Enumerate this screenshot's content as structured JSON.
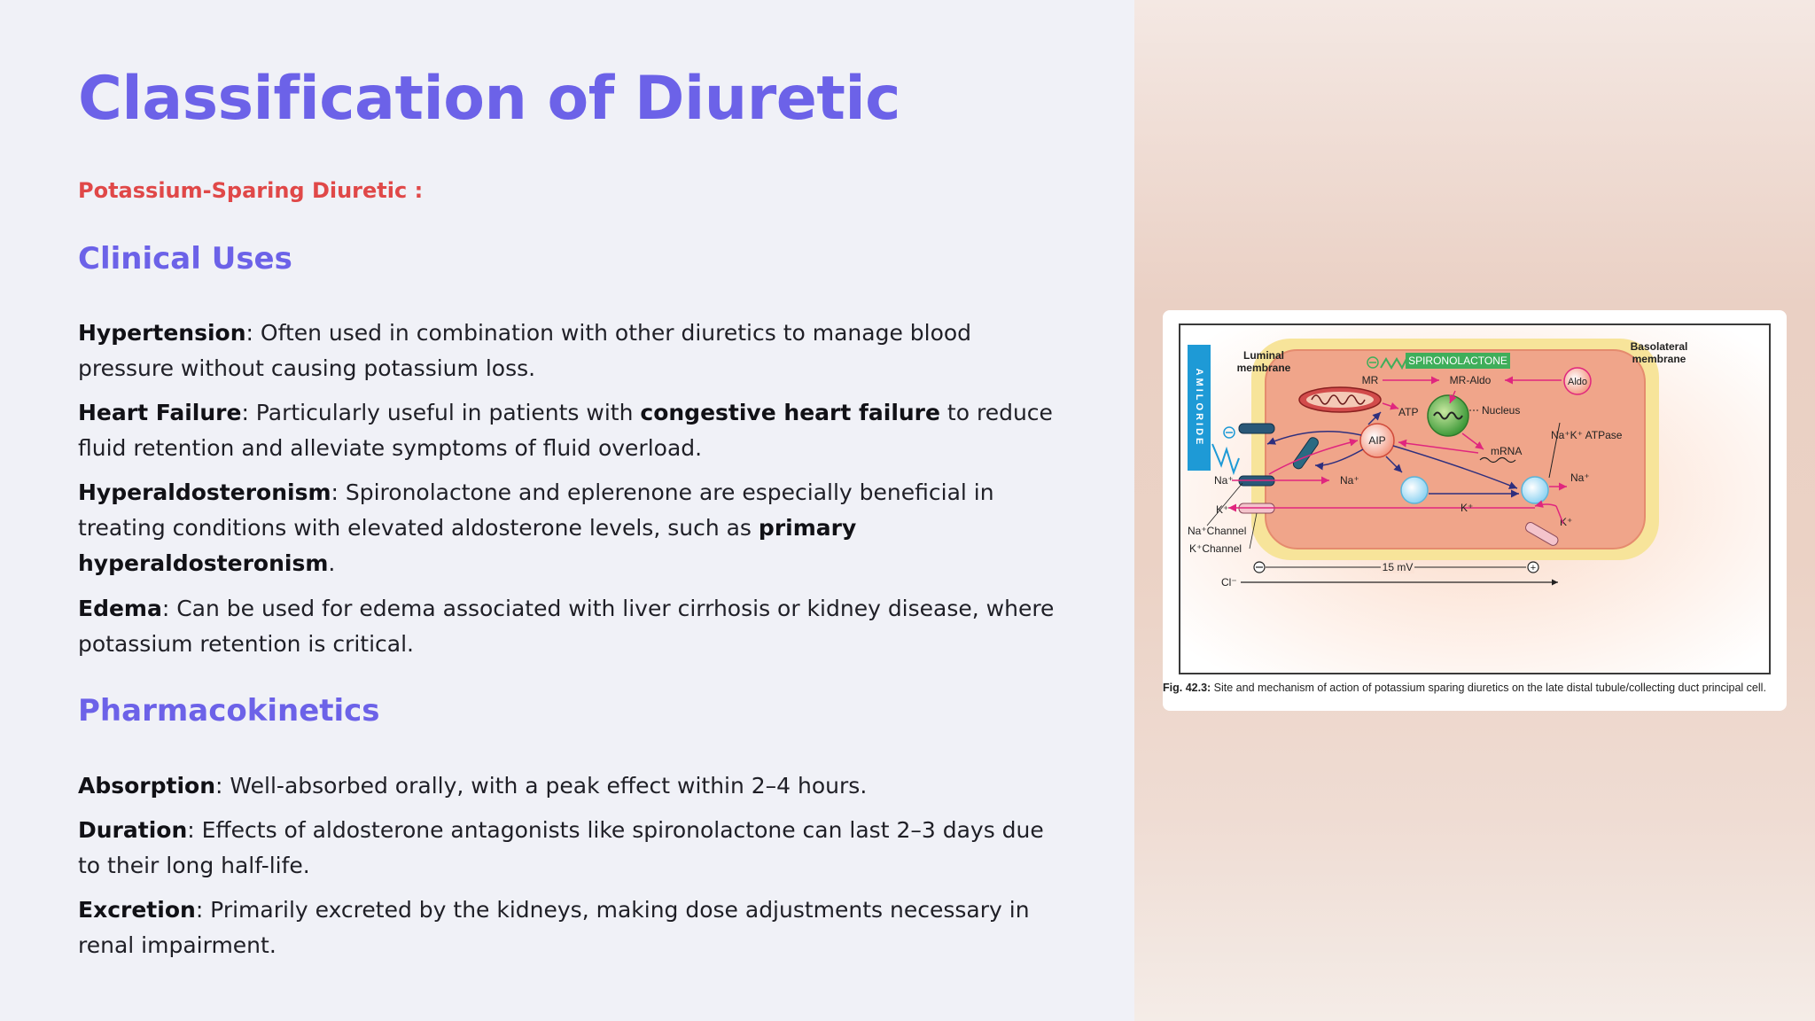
{
  "slide": {
    "title": "Classification of Diuretic",
    "subtitle": "Potassium-Sparing Diuretic :"
  },
  "clinical_uses": {
    "heading": "Clinical Uses",
    "items": [
      {
        "term": "Hypertension",
        "text": ": Often used in combination with other diuretics to manage blood pressure without causing potassium loss."
      },
      {
        "term": "Heart Failure",
        "text_a": ": Particularly useful in patients with ",
        "bold": "congestive heart failure",
        "text_b": " to reduce fluid retention and alleviate symptoms of fluid overload."
      },
      {
        "term": "Hyperaldosteronism",
        "text_a": ": Spironolactone and eplerenone are especially beneficial in treating conditions with elevated aldosterone levels, such as ",
        "bold": "primary hyperaldosteronism",
        "text_b": "."
      },
      {
        "term": "Edema",
        "text": ": Can be used for edema associated with liver cirrhosis or kidney disease, where potassium retention is critical."
      }
    ]
  },
  "pharmacokinetics": {
    "heading": "Pharmacokinetics",
    "items": [
      {
        "term": "Absorption",
        "text": ": Well-absorbed orally, with a peak effect within 2–4 hours."
      },
      {
        "term": "Duration",
        "text": ": Effects of aldosterone antagonists like spironolactone can last 2–3 days due to their long half-life."
      },
      {
        "term": "Excretion",
        "text": ": Primarily excreted by the kidneys, making dose adjustments necessary in renal impairment."
      }
    ]
  },
  "figure": {
    "caption_label": "Fig. 42.3:",
    "caption_text": " Site and mechanism of action of potassium sparing diuretics on the late distal tubule/collecting duct principal cell.",
    "labels": {
      "amiloride": "AMILORIDE",
      "luminal": "Luminal",
      "luminal2": "membrane",
      "basolateral": "Basolateral",
      "basolateral2": "membrane",
      "spironolactone": "SPIRONOLACTONE",
      "mr": "MR",
      "mr_aldo": "MR-Aldo",
      "aldo": "Aldo",
      "atp": "ATP",
      "nucleus": "Nucleus",
      "aip": "AIP",
      "mrna": "mRNA",
      "nak_atpase": "Na⁺K⁺ ATPase",
      "na_lumen": "Na⁺",
      "na_cell": "Na⁺",
      "na_out": "Na⁺",
      "k_lumen": "K⁺",
      "k_cell": "K⁺",
      "k_out": "K⁺",
      "na_channel": "Na⁺Channel",
      "k_channel": "K⁺Channel",
      "mv": "15 mV",
      "cl": "Cl⁻"
    },
    "colors": {
      "amiloride_bar": "#1e9ad6",
      "spironolactone_box": "#3fae5a",
      "cell_fill": "#f0a58a",
      "membrane_yellow": "#f7e49a",
      "arrow_magenta": "#e0267e",
      "arrow_navy": "#2e2f7e"
    }
  }
}
